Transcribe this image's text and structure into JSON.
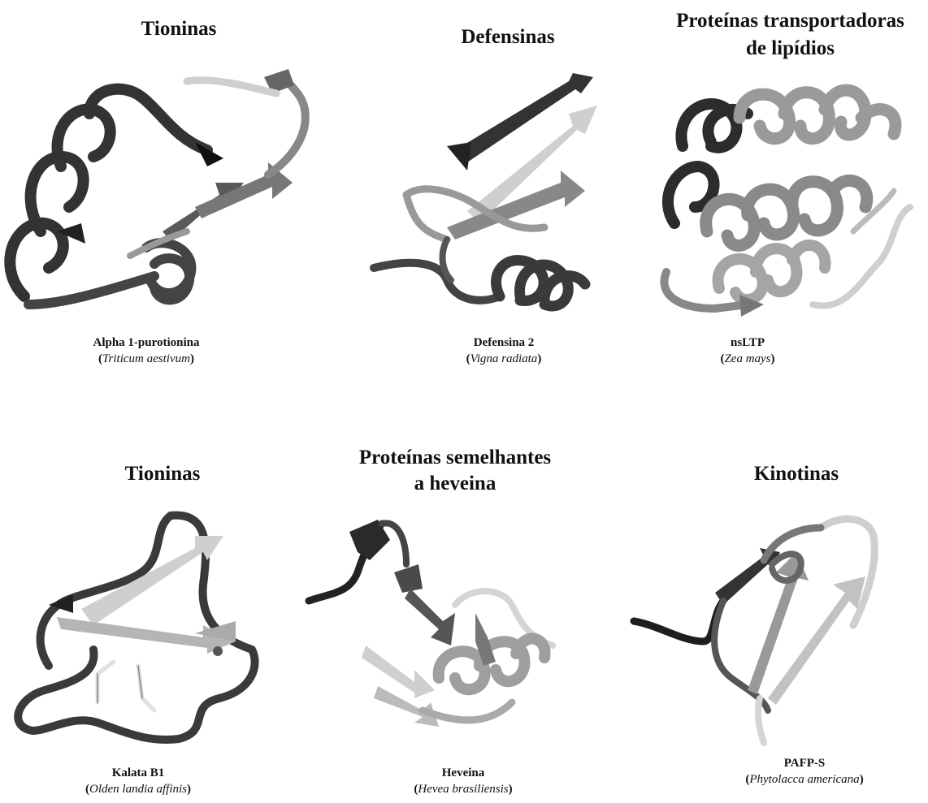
{
  "panels": [
    {
      "family": "Tioninas",
      "name": "Alpha 1-purotionina",
      "species": "Triticum aestivum"
    },
    {
      "family": "Defensinas",
      "name": "Defensina 2",
      "species": "Vigna radiata"
    },
    {
      "family_line1": "Proteínas transportadoras",
      "family_line2": "de lipídios",
      "name": "nsLTP",
      "species": "Zea mays"
    },
    {
      "family": "Tioninas",
      "name": "Kalata B1",
      "species": "Olden landia affinis"
    },
    {
      "family_line1": "Proteínas semelhantes",
      "family_line2": "a heveina",
      "name": "Heveina",
      "species": "Hevea brasiliensis"
    },
    {
      "family": "Kinotinas",
      "name": "PAFP-S",
      "species": "Phytolacca americana"
    }
  ],
  "colors": {
    "dark": "#2f2f2f",
    "mid": "#6e6e6e",
    "light": "#b4b4b4",
    "pale": "#d9d9d9"
  }
}
